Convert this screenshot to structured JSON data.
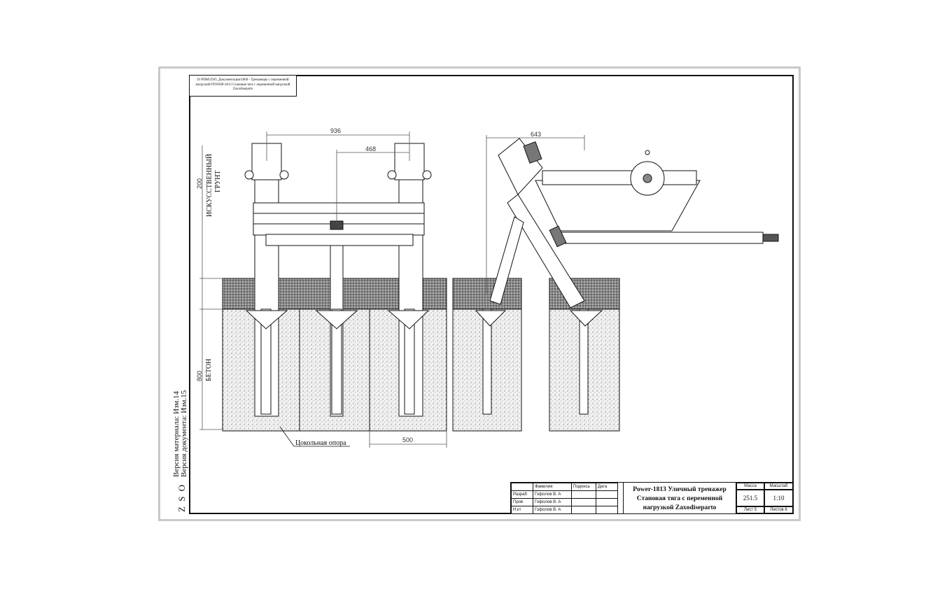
{
  "document": {
    "file_path_note": "D:\\PDM\\ZSO_Документация\\1800 - Тренажеры с переменной нагрузкой POWER\\1813 Становая тяга с переменной нагрузкой Zaxodiseparto",
    "dimensions": {
      "width_936": "936",
      "width_468": "468",
      "width_643": "643",
      "height_200": "200",
      "height_800": "800",
      "width_500": "500"
    },
    "labels": {
      "soil_line1": "ИСКУССТВЕННЫЙ",
      "soil_line2": "ГРУНТ",
      "concrete": "БЕТОН",
      "plinth": "Цокольная опора"
    },
    "sidebar": {
      "version_material": "Версия материала: Изм.14",
      "version_document": "Версия документа: Изм.15",
      "brand": "Z S O"
    },
    "title_block": {
      "headers": [
        "",
        "Фамилия",
        "Подпись",
        "Дата"
      ],
      "rows": [
        {
          "role": "Разраб",
          "name": "Гофолов В. А"
        },
        {
          "role": "Пров",
          "name": "Гофолов В. А"
        },
        {
          "role": "Н.кт",
          "name": "Гофолов В. А"
        }
      ],
      "title_lines": [
        "Power-1813 Уличный тренажер",
        "Становая тяга с переменной",
        "нагрузкой Zaxodiseparto"
      ],
      "mass_label": "Масса",
      "scale_label": "Масштаб",
      "mass_value": "251.5",
      "scale_value": "1:10",
      "sheet_label": "Лист 5",
      "sheets_label": "Листов 6"
    }
  }
}
